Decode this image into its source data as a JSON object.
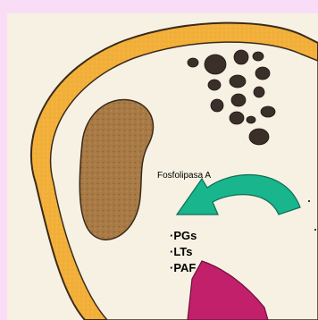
{
  "diagram": {
    "enzyme_label": "Fosfolipasa A",
    "mediators": [
      "·PGs",
      "·LTs",
      "·PAF"
    ]
  },
  "colors": {
    "background": "#f9ddf7",
    "paper": "#f6f1e2",
    "cell_wall": "#f2b03a",
    "cell_wall_outline": "#3a2a1a",
    "nucleus": "#a87a45",
    "granules": "#3b2f2a",
    "arrow_green": "#19b58d",
    "arrow_magenta": "#c2206a"
  }
}
